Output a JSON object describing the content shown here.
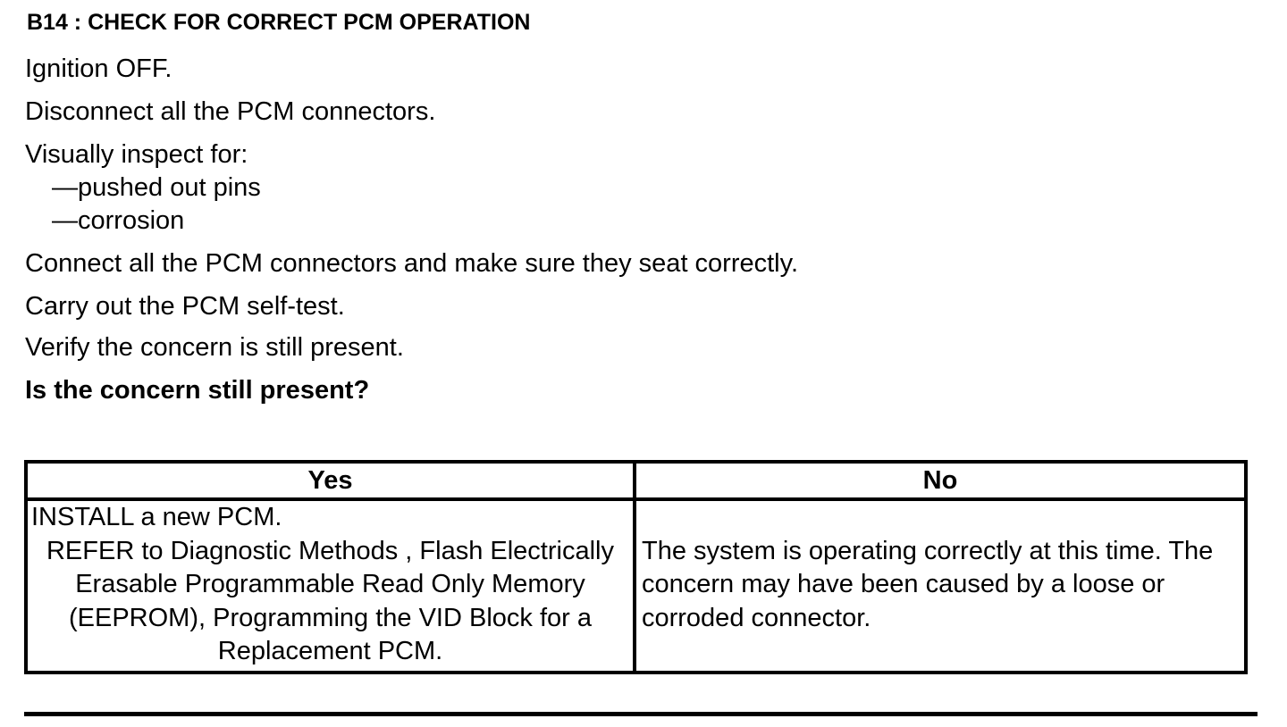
{
  "heading": "B14 : CHECK FOR CORRECT PCM OPERATION",
  "steps": [
    "Ignition OFF.",
    "Disconnect all the PCM connectors.",
    "Visually inspect for:",
    "Connect all the PCM connectors and make sure they seat correctly.",
    "Carry out the PCM self-test.",
    "Verify the concern is still present."
  ],
  "inspect_items": [
    "—pushed out pins",
    "—corrosion"
  ],
  "question": "Is the concern still present?",
  "result_table": {
    "headers": {
      "yes": "Yes",
      "no": "No"
    },
    "yes": {
      "action": "INSTALL a new PCM.",
      "reference": "REFER to Diagnostic Methods , Flash Electrically Erasable Programmable Read Only Memory (EEPROM), Programming the VID Block for a Replacement PCM."
    },
    "no": {
      "text": "The system is operating correctly at this time. The concern may have been caused by a loose or corroded connector."
    }
  }
}
